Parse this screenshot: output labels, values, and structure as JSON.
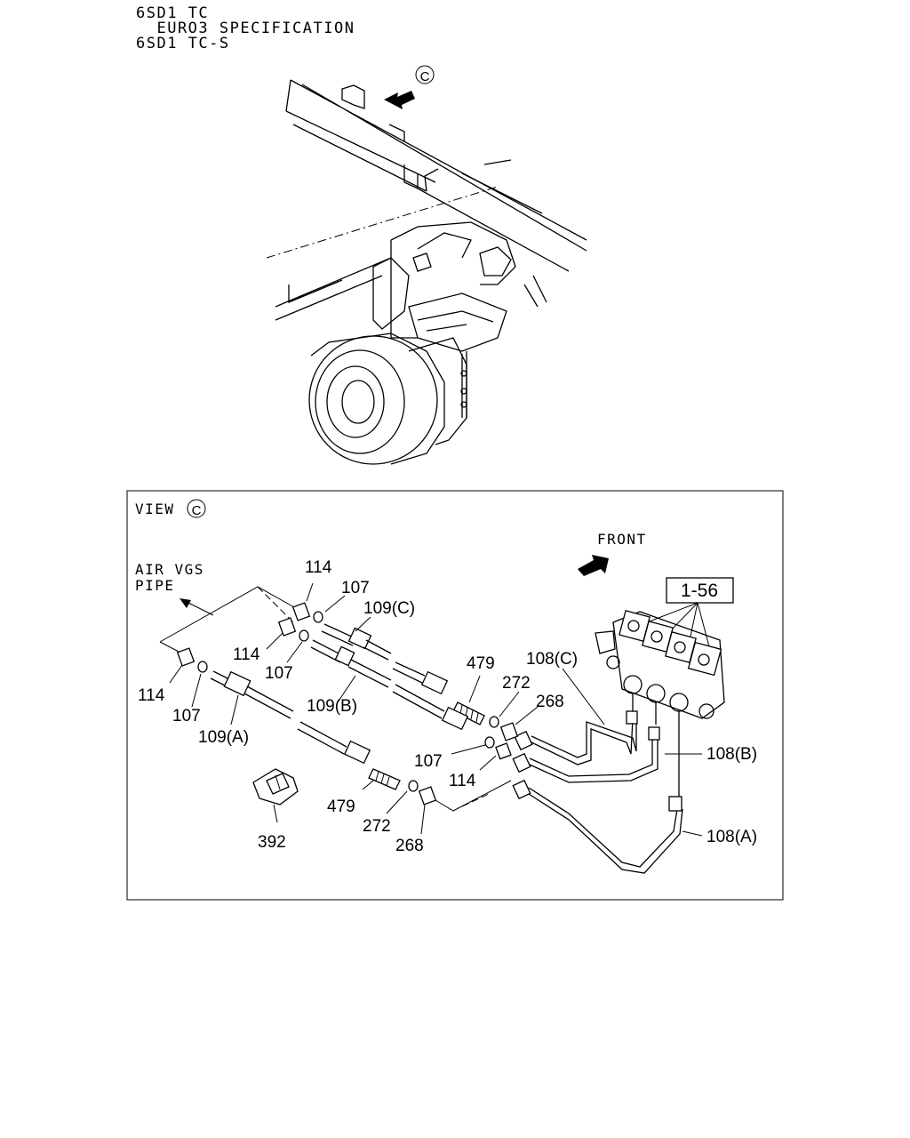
{
  "header": {
    "line1": "6SD1 TC",
    "line2": "  EURO3 SPECIFICATION",
    "line3": "6SD1 TC-S"
  },
  "top_view": {
    "view_marker": "C"
  },
  "view_box": {
    "title": "VIEW",
    "title_marker": "C",
    "front_label": "FRONT",
    "air_vgs_line1": "AIR VGS",
    "air_vgs_line2": "PIPE",
    "assembly_ref": "1-56"
  },
  "callouts": {
    "c114_top": "114",
    "c107_top": "107",
    "c109c": "109(C)",
    "c114_mid": "114",
    "c107_mid": "107",
    "c109b": "109(B)",
    "c114_left": "114",
    "c107_left": "107",
    "c109a": "109(A)",
    "c479_right": "479",
    "c272_right": "272",
    "c268_right": "268",
    "c108c": "108(C)",
    "c107_low": "107",
    "c114_low": "114",
    "c108b": "108(B)",
    "c479_low": "479",
    "c272_low": "272",
    "c268_low": "268",
    "c392": "392",
    "c108a": "108(A)"
  }
}
